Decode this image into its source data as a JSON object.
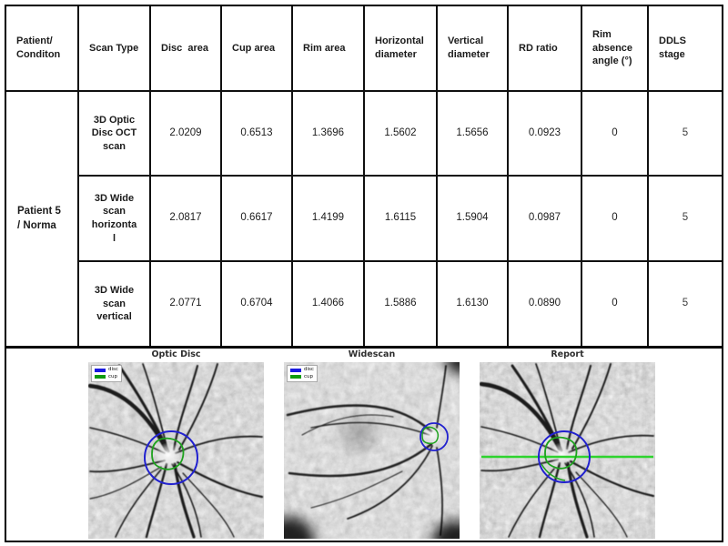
{
  "table": {
    "headers": {
      "patient_condition": "Patient/\nConditon",
      "scan_type": "Scan Type",
      "disc_area": "Disc  area",
      "cup_area": "Cup area",
      "rim_area": "Rim area",
      "horizontal_diameter": "Horizontal\ndiameter",
      "vertical_diameter": "Vertical\ndiameter",
      "rd_ratio": "RD ratio",
      "rim_absence_angle": "Rim\nabsence\nangle (°)",
      "ddls_stage": "DDLS\nstage"
    },
    "patient_label": "Patient 5\n/ Norma",
    "rows": [
      {
        "scan_type": "3D Optic\nDisc OCT\nscan",
        "disc_area": "2.0209",
        "cup_area": "0.6513",
        "rim_area": "1.3696",
        "horizontal_diameter": "1.5602",
        "vertical_diameter": "1.5656",
        "rd_ratio": "0.0923",
        "rim_absence_angle": "0",
        "ddls_stage": "5"
      },
      {
        "scan_type": "3D Wide\nscan\nhorizonta\nl",
        "disc_area": "2.0817",
        "cup_area": "0.6617",
        "rim_area": "1.4199",
        "horizontal_diameter": "1.6115",
        "vertical_diameter": "1.5904",
        "rd_ratio": "0.0987",
        "rim_absence_angle": "0",
        "ddls_stage": "5"
      },
      {
        "scan_type": "3D Wide\nscan\nvertical",
        "disc_area": "2.0771",
        "cup_area": "0.6704",
        "rim_area": "1.4066",
        "horizontal_diameter": "1.5886",
        "vertical_diameter": "1.6130",
        "rd_ratio": "0.0890",
        "rim_absence_angle": "0",
        "ddls_stage": "5"
      }
    ]
  },
  "figures": {
    "f1": {
      "title": "Optic Disc",
      "legend_disc": "disc",
      "legend_cup": "cup"
    },
    "f2": {
      "title": "Widescan",
      "legend_disc": "disc",
      "legend_cup": "cup"
    },
    "f3": {
      "title": "Report"
    },
    "colors": {
      "disc_outline": "#2121cf",
      "cup_outline": "#1ea21e",
      "report_line": "#2ed32e",
      "legend_blue": "#1a1ae0",
      "legend_green": "#0f9b0f"
    }
  }
}
